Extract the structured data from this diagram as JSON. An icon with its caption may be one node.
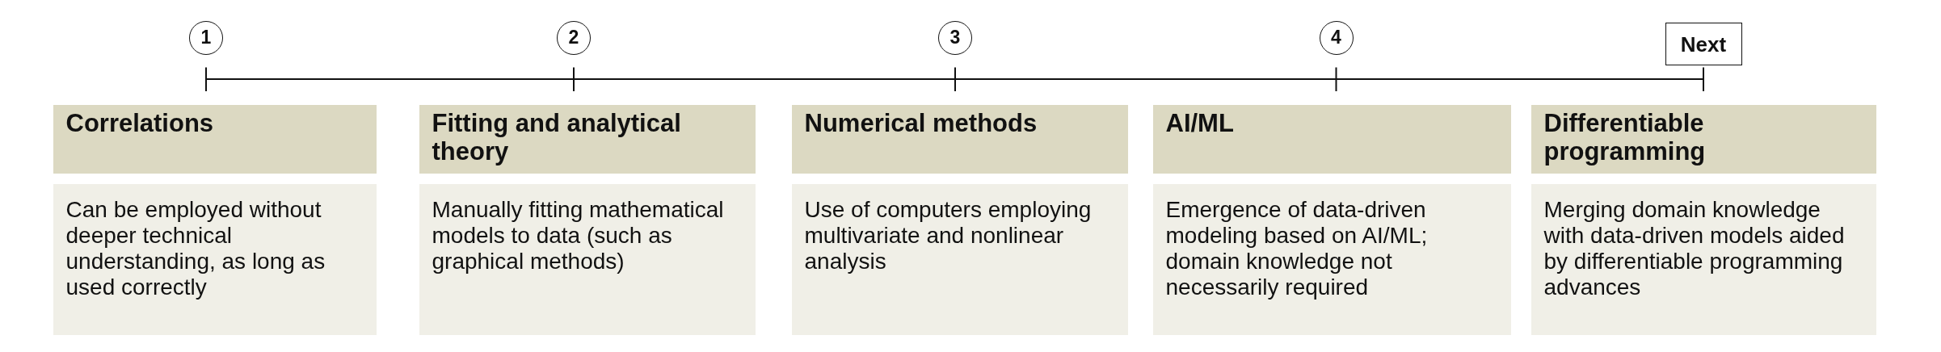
{
  "diagram": {
    "nodes": [
      {
        "text": [
          "1"
        ]
      },
      {
        "text": [
          "2"
        ]
      },
      {
        "text": [
          "3"
        ]
      },
      {
        "text": [
          "4"
        ]
      },
      {
        "text": [
          "Next"
        ]
      },
      {
        "text": [
          "Correlations"
        ]
      },
      {
        "text": [
          "Can be employed without deeper technical understanding, as long as used correctly"
        ]
      },
      {
        "text": [
          "Fitting and analytical theory"
        ]
      },
      {
        "text": [
          "Manually fitting mathematical models to data (such as graphical methods)"
        ]
      },
      {
        "text": [
          "Numerical methods"
        ]
      },
      {
        "text": [
          "Use of computers employing multivariate and nonlinear analysis"
        ]
      },
      {
        "text": [
          "AI/ML"
        ]
      },
      {
        "text": [
          "Emergence of data-driven modeling based on AI/ML; domain knowledge not necessarily required"
        ]
      },
      {
        "text": [
          "Differentiable programming"
        ]
      },
      {
        "text": [
          "Merging domain knowledge with data-driven models aided by differentiable programming advances"
        ]
      }
    ]
  }
}
